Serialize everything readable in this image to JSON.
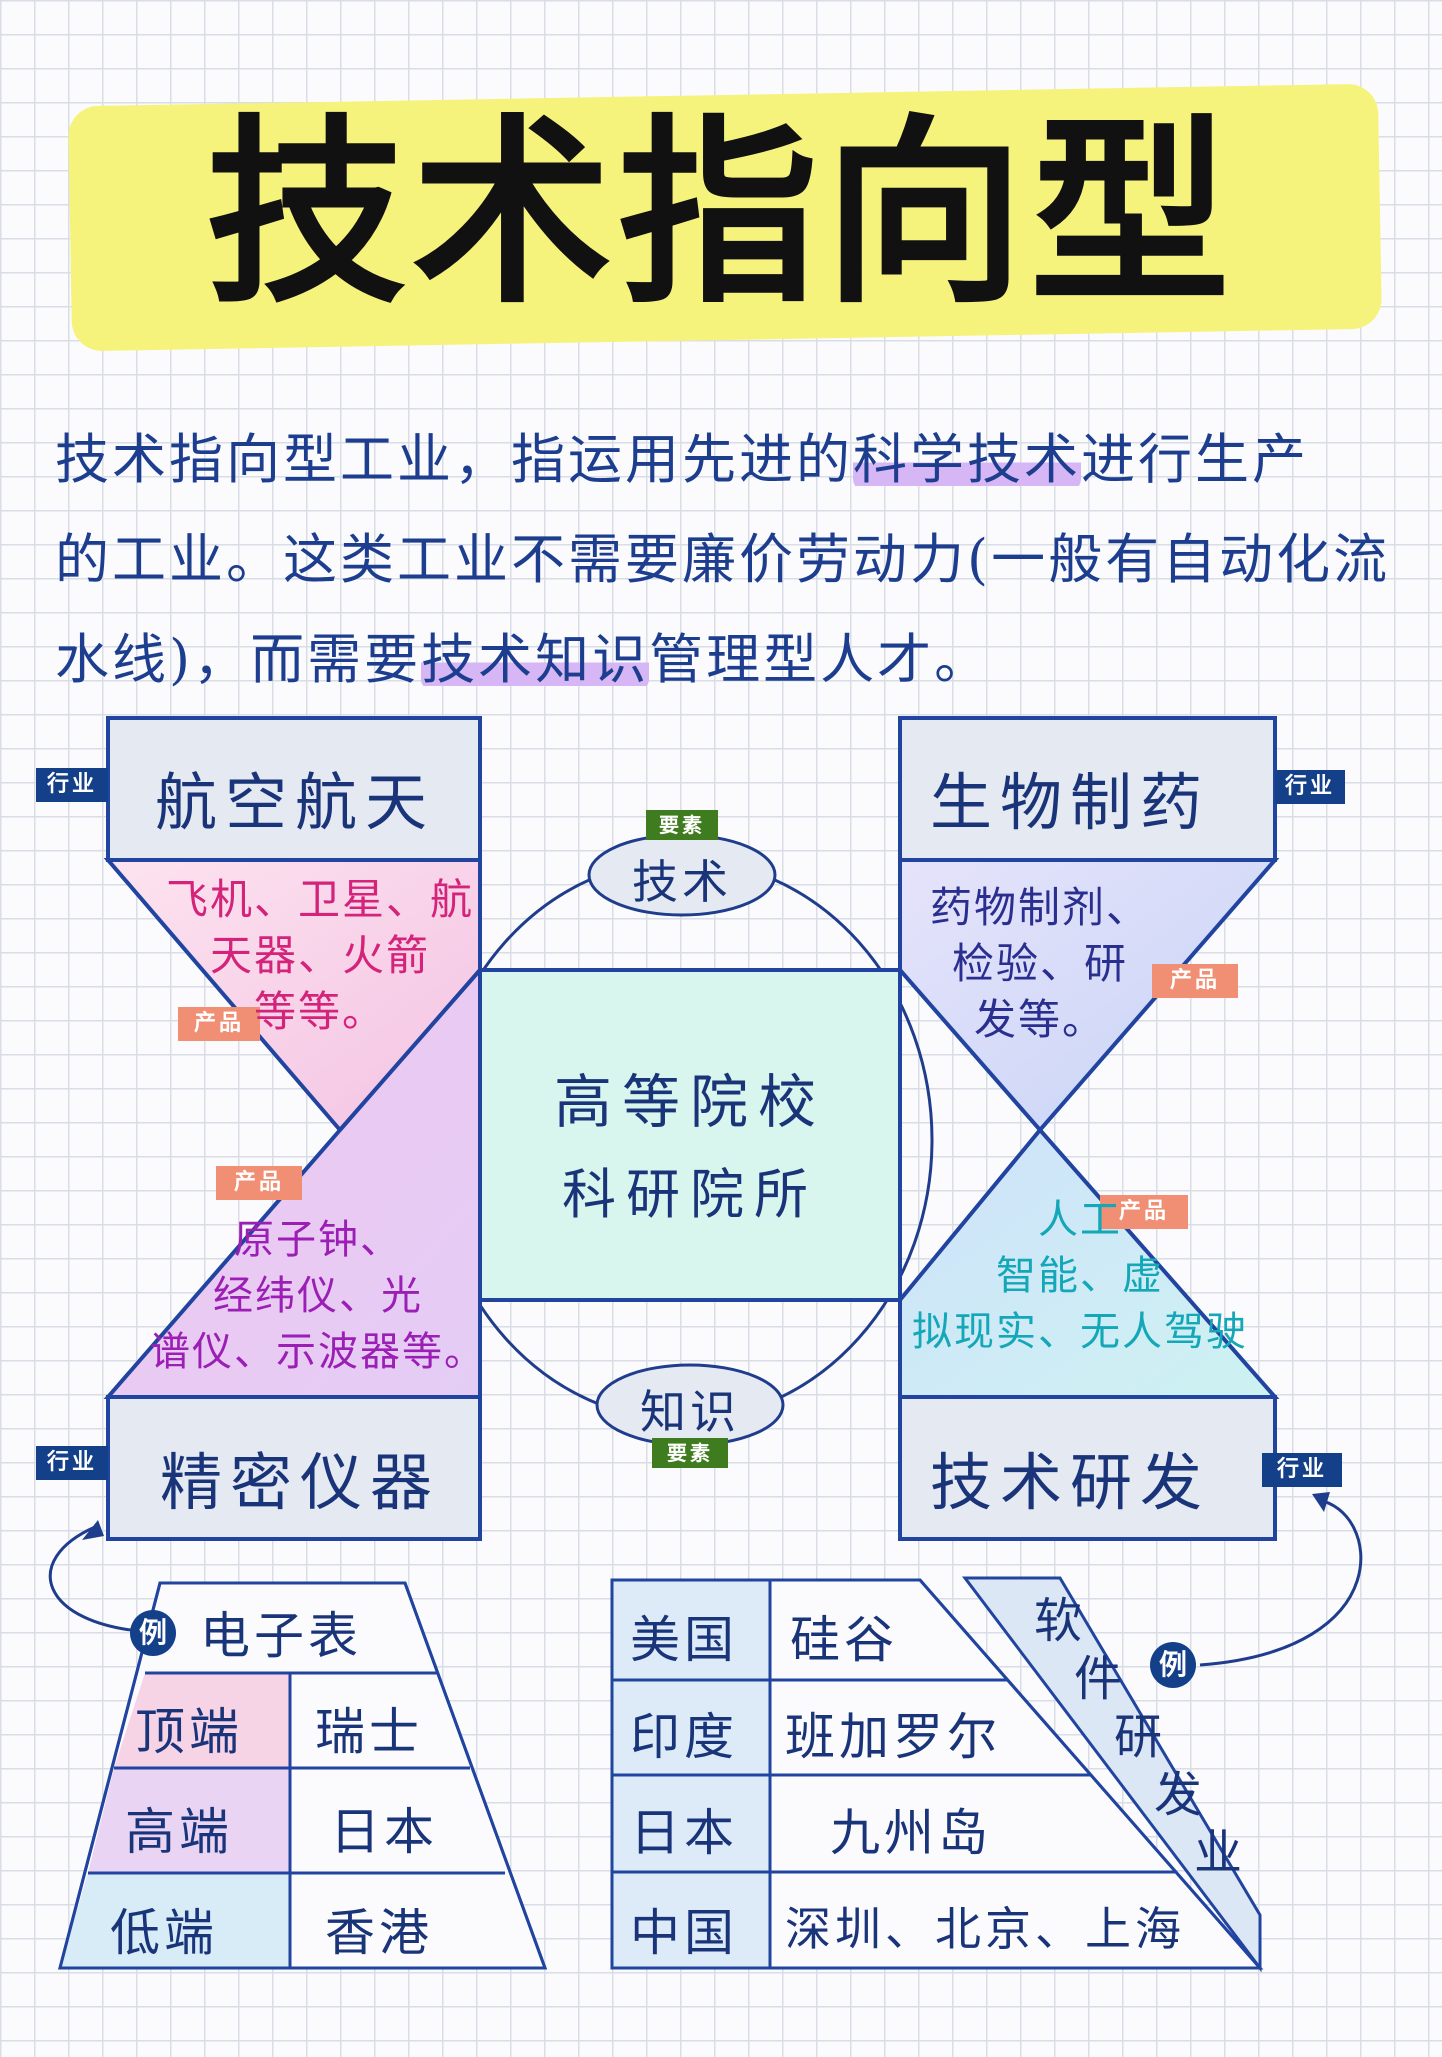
{
  "title": "技术指向型",
  "intro": {
    "line1_pre": "技术指向型工业，指运用先进的",
    "line1_hl": "科学技术",
    "line1_post": "进行生产",
    "line2": "的工业。这类工业不需要廉价劳动力(一般有自动化流",
    "line3_pre": "水线)，而需要",
    "line3_hl": "技术知识",
    "line3_post": "管理型人才。"
  },
  "tags": {
    "industry": "行业",
    "product": "产品",
    "element": "要素",
    "example": "例"
  },
  "industries": {
    "top_left": "航空航天",
    "top_right": "生物制药",
    "bottom_left": "精密仪器",
    "bottom_right": "技术研发"
  },
  "products": {
    "top_left": [
      "飞机、卫星、航",
      "天器、火箭",
      "等等。"
    ],
    "top_right": [
      "药物制剂、",
      "检验、研",
      "发等。"
    ],
    "bottom_left": [
      "原子钟、",
      "经纬仪、光",
      "谱仪、示波器等。"
    ],
    "bottom_right": [
      "人工",
      "智能、虚",
      "拟现实、无人驾驶"
    ]
  },
  "center": {
    "line1": "高等院校",
    "line2": "科研院所"
  },
  "elements": {
    "top": "技术",
    "bottom": "知识"
  },
  "watch_table": {
    "header": "电子表",
    "rows": [
      {
        "tier": "顶端",
        "place": "瑞士",
        "color": "#f7d3e6"
      },
      {
        "tier": "高端",
        "place": "日本",
        "color": "#ead4f4"
      },
      {
        "tier": "低端",
        "place": "香港",
        "color": "#d7ecf6"
      }
    ]
  },
  "software_table": {
    "rows": [
      {
        "country": "美国",
        "place": "硅谷"
      },
      {
        "country": "印度",
        "place": "班加罗尔"
      },
      {
        "country": "日本",
        "place": "九州岛"
      },
      {
        "country": "中国",
        "place": "深圳、北京、上海"
      }
    ],
    "side_label": [
      "软",
      "件",
      "研",
      "发",
      "业"
    ]
  }
}
